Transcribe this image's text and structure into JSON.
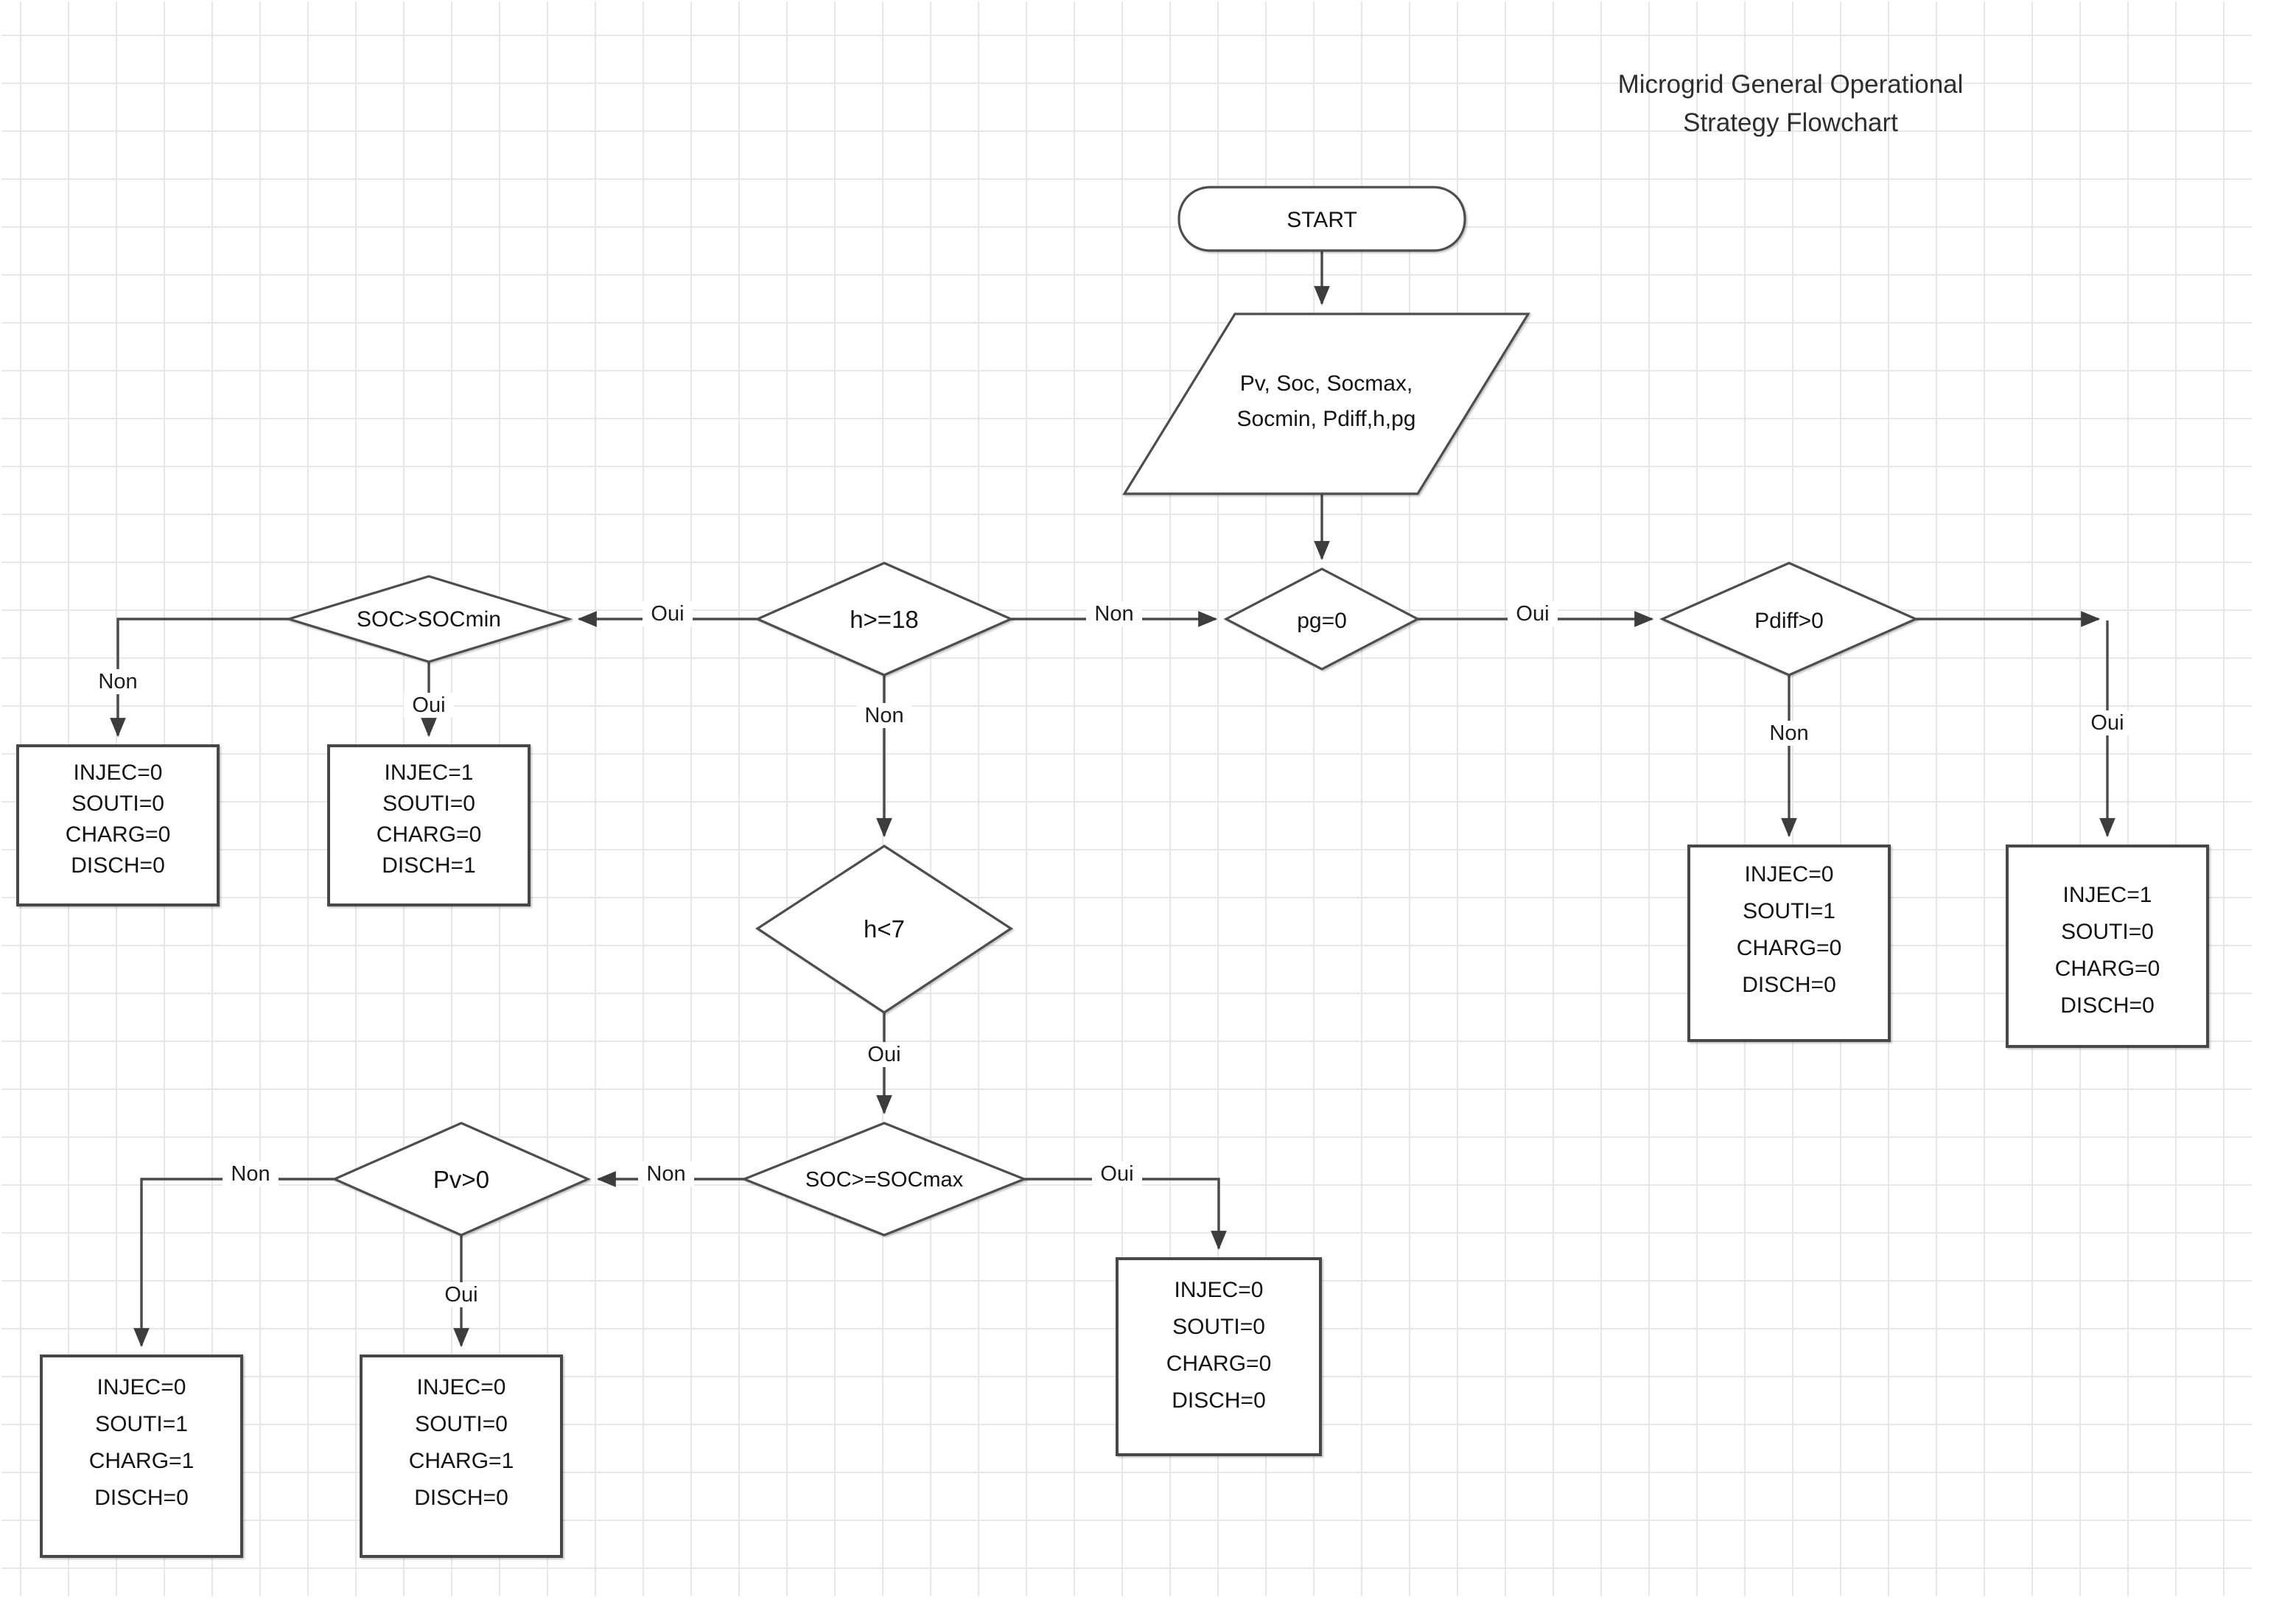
{
  "title": {
    "line1": "Microgrid General Operational",
    "line2": "Strategy Flowchart"
  },
  "nodes": {
    "start": {
      "type": "terminator",
      "label": "START"
    },
    "inputs": {
      "type": "data",
      "line1": "Pv, Soc, Socmax,",
      "line2": "Socmin, Pdiff,h,pg"
    },
    "pg": {
      "type": "decision",
      "label": "pg=0"
    },
    "h18": {
      "type": "decision",
      "label": "h>=18"
    },
    "socmin": {
      "type": "decision",
      "label": "SOC>SOCmin"
    },
    "pdiff": {
      "type": "decision",
      "label": "Pdiff>0"
    },
    "h7": {
      "type": "decision",
      "label": "h<7"
    },
    "socmax": {
      "type": "decision",
      "label": "SOC>=SOCmax"
    },
    "pv": {
      "type": "decision",
      "label": "Pv>0"
    },
    "box_socmin_non": {
      "type": "process",
      "lines": [
        "INJEC=0",
        "SOUTI=0",
        "CHARG=0",
        "DISCH=0"
      ]
    },
    "box_socmin_oui": {
      "type": "process",
      "lines": [
        "INJEC=1",
        "SOUTI=0",
        "CHARG=0",
        "DISCH=1"
      ]
    },
    "box_pdiff_non": {
      "type": "process",
      "lines": [
        "INJEC=0",
        "SOUTI=1",
        "CHARG=0",
        "DISCH=0"
      ]
    },
    "box_pdiff_oui": {
      "type": "process",
      "lines": [
        "INJEC=1",
        "SOUTI=0",
        "CHARG=0",
        "DISCH=0"
      ]
    },
    "box_socmax_oui": {
      "type": "process",
      "lines": [
        "INJEC=0",
        "SOUTI=0",
        "CHARG=0",
        "DISCH=0"
      ]
    },
    "box_pv_non": {
      "type": "process",
      "lines": [
        "INJEC=0",
        "SOUTI=1",
        "CHARG=1",
        "DISCH=0"
      ]
    },
    "box_pv_oui": {
      "type": "process",
      "lines": [
        "INJEC=0",
        "SOUTI=0",
        "CHARG=1",
        "DISCH=0"
      ]
    }
  },
  "edges": [
    {
      "from": "start",
      "to": "inputs",
      "label": ""
    },
    {
      "from": "inputs",
      "to": "pg",
      "label": ""
    },
    {
      "from": "h18",
      "to": "pg",
      "label": "Non"
    },
    {
      "from": "pg",
      "to": "pdiff",
      "label": "Oui"
    },
    {
      "from": "h18",
      "to": "socmin",
      "label": "Oui"
    },
    {
      "from": "socmin",
      "to": "box_socmin_non",
      "label": "Non"
    },
    {
      "from": "socmin",
      "to": "box_socmin_oui",
      "label": "Oui"
    },
    {
      "from": "h18",
      "to": "h7",
      "label": "Non"
    },
    {
      "from": "h7",
      "to": "socmax",
      "label": "Oui"
    },
    {
      "from": "socmax",
      "to": "pv",
      "label": "Non"
    },
    {
      "from": "pv",
      "to": "box_pv_non",
      "label": "Non"
    },
    {
      "from": "pv",
      "to": "box_pv_oui",
      "label": "Oui"
    },
    {
      "from": "socmax",
      "to": "box_socmax_oui",
      "label": "Oui"
    },
    {
      "from": "pdiff",
      "to": "box_pdiff_non",
      "label": "Non"
    },
    {
      "from": "pdiff",
      "to": "box_pdiff_oui",
      "label": "Oui"
    }
  ],
  "colors": {
    "background": "#ffffff",
    "grid": "#e7e7e7",
    "stroke": "#4a4a4a",
    "text": "#141414"
  }
}
